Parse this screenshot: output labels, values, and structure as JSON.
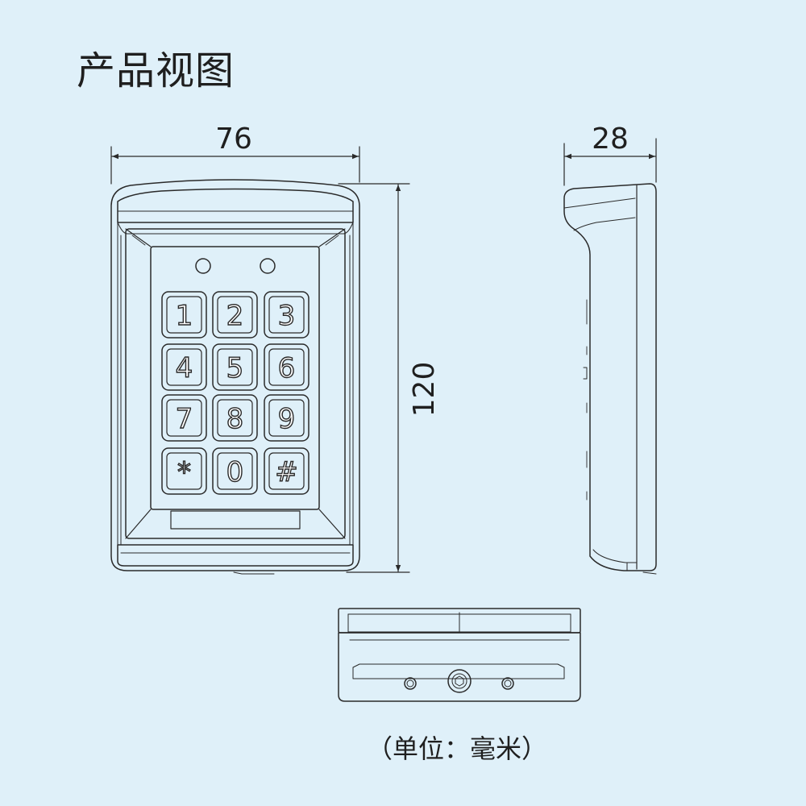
{
  "title": "产品视图",
  "dimensions": {
    "width": "76",
    "depth": "28",
    "height": "120"
  },
  "keypad": {
    "keys": [
      "1",
      "2",
      "3",
      "4",
      "5",
      "6",
      "7",
      "8",
      "9",
      "*",
      "0",
      "#"
    ]
  },
  "unit_note": "（单位：毫米）"
}
